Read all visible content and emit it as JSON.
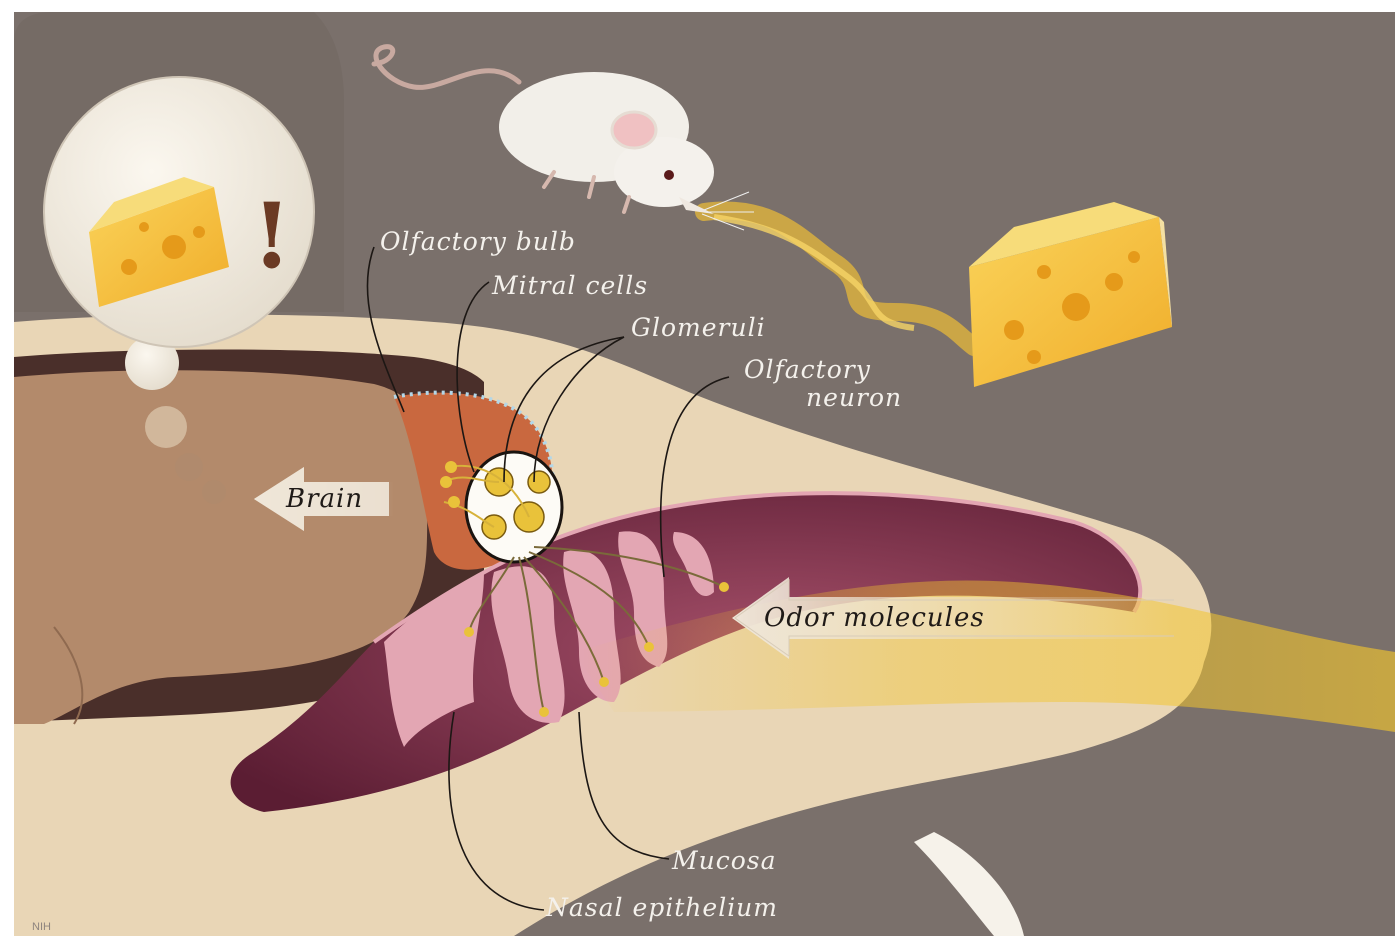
{
  "labels": {
    "olfactory_bulb": "Olfactory bulb",
    "mitral_cells": "Mitral cells",
    "glomeruli": "Glomeruli",
    "olfactory_neuron_line1": "Olfactory",
    "olfactory_neuron_line2": "neuron",
    "brain": "Brain",
    "odor_molecules": "Odor molecules",
    "mucosa": "Mucosa",
    "nasal_epithelium": "Nasal epithelium"
  },
  "thought_bubble": {
    "symbol": "!"
  },
  "signature": "NIH",
  "colors": {
    "background": "#7a706b",
    "skull": "#e9d6b6",
    "brain": "#b38a6b",
    "bulb": "#c9683f",
    "cavity": "#7a2c45",
    "mucosa": "#e3a6b3",
    "odor": "#e3b92a",
    "cheese": "#f3c343"
  },
  "icons": {
    "mouse": "mouse-figure",
    "cheese": "cheese-wedge-icon",
    "arrow_brain": "left-arrow",
    "arrow_odor": "left-arrow"
  }
}
